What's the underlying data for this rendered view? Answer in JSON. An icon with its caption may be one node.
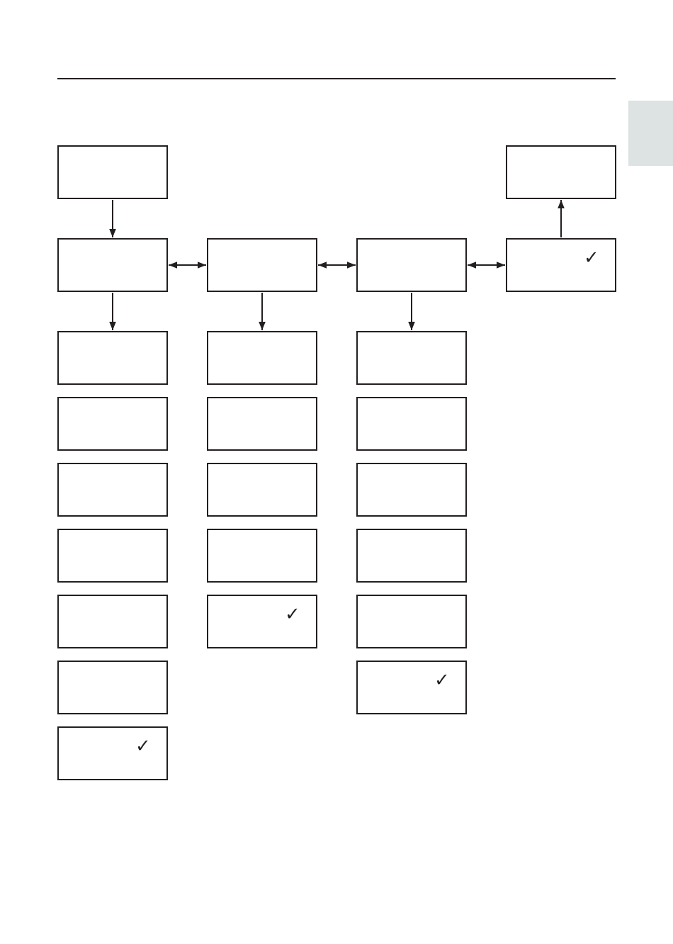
{
  "diagram": {
    "nodes": [
      {
        "text": [],
        "shape": "box"
      },
      {
        "text": [],
        "shape": "box"
      },
      {
        "text": [],
        "shape": "box"
      },
      {
        "text": [],
        "shape": "box"
      },
      {
        "text": [],
        "shape": "box"
      },
      {
        "text": [
          "✓"
        ]
      },
      {
        "text": [],
        "shape": "box"
      },
      {
        "text": [],
        "shape": "box"
      },
      {
        "text": [],
        "shape": "box"
      },
      {
        "text": [],
        "shape": "box"
      },
      {
        "text": [],
        "shape": "box"
      },
      {
        "text": [],
        "shape": "box"
      },
      {
        "text": [],
        "shape": "box"
      },
      {
        "text": [],
        "shape": "box"
      },
      {
        "text": [],
        "shape": "box"
      },
      {
        "text": [],
        "shape": "box"
      },
      {
        "text": [],
        "shape": "box"
      },
      {
        "text": [],
        "shape": "box"
      },
      {
        "text": [],
        "shape": "box"
      },
      {
        "text": [
          "✓"
        ]
      },
      {
        "text": [],
        "shape": "box"
      },
      {
        "text": [],
        "shape": "box"
      },
      {
        "text": [
          "✓"
        ]
      },
      {
        "text": [
          "✓"
        ]
      },
      {
        "text": [],
        "shape": "bar"
      }
    ],
    "edges": [
      {
        "from": 0,
        "to": 2,
        "arrow": "to"
      },
      {
        "from": 2,
        "to": 3,
        "arrow": "both"
      },
      {
        "from": 3,
        "to": 4,
        "arrow": "both"
      },
      {
        "from": 4,
        "to": 5,
        "arrow": "both"
      },
      {
        "from": 5,
        "to": 1,
        "arrow": "to"
      },
      {
        "from": 2,
        "to": 6,
        "arrow": "to"
      },
      {
        "from": 3,
        "to": 7,
        "arrow": "to"
      },
      {
        "from": 4,
        "to": 8,
        "arrow": "to"
      }
    ]
  }
}
